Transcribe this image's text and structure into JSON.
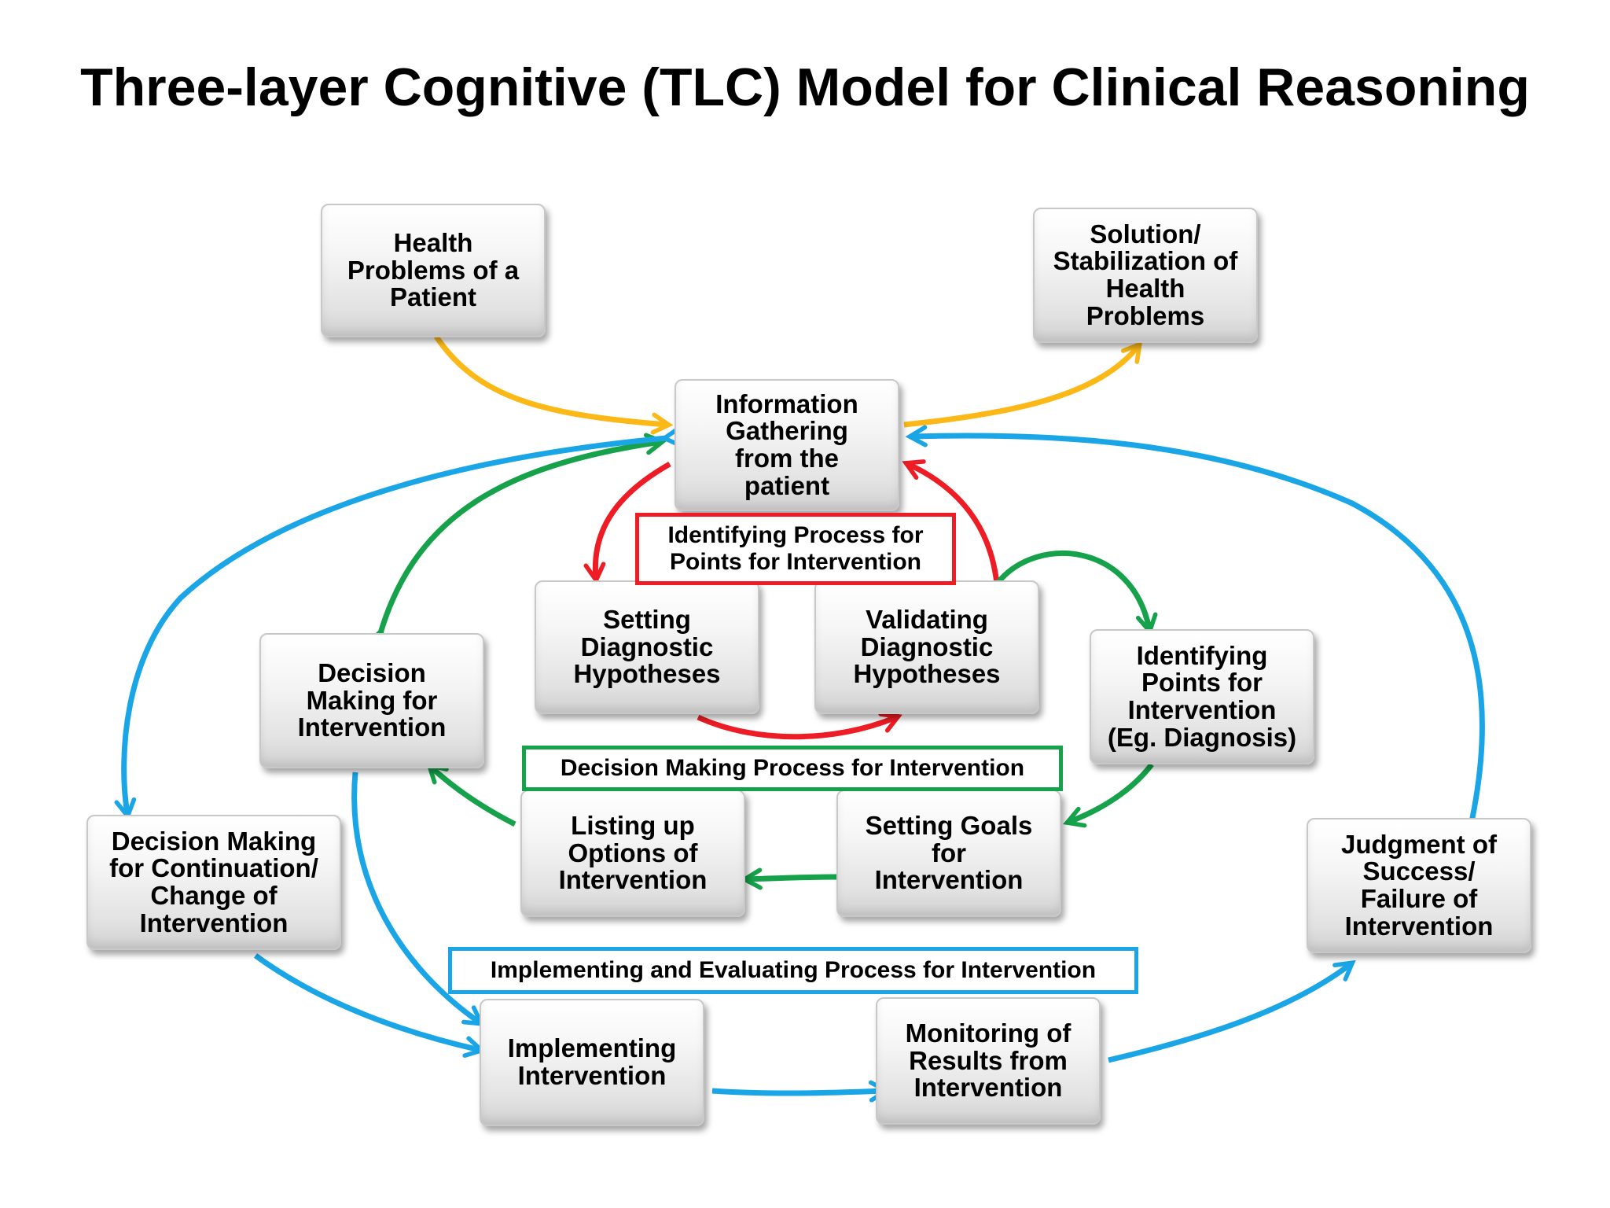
{
  "title": "Three-layer Cognitive (TLC) Model for Clinical Reasoning",
  "colors": {
    "yellow": "#FBB817",
    "blue": "#1AA6E6",
    "green": "#15A24A",
    "red": "#EE1C24"
  },
  "nodes": {
    "health_problems": "Health\nProblems of a\nPatient",
    "solution": "Solution/\nStabilization of\nHealth\nProblems",
    "info_gathering": "Information\nGathering\nfrom the\npatient",
    "setting_hypotheses": "Setting\nDiagnostic\nHypotheses",
    "validating_hypotheses": "Validating\nDiagnostic\nHypotheses",
    "identifying_points": "Identifying\nPoints for\nIntervention\n(Eg. Diagnosis)",
    "decision_making": "Decision\nMaking for\nIntervention",
    "decision_continuation": "Decision Making\nfor Continuation/\nChange of\nIntervention",
    "listing_options": "Listing up\nOptions of\nIntervention",
    "setting_goals": "Setting Goals\nfor\nIntervention",
    "implementing": "Implementing\nIntervention",
    "monitoring": "Monitoring of\nResults from\nIntervention",
    "judgment": "Judgment of\nSuccess/\nFailure of\nIntervention"
  },
  "process_labels": {
    "identifying": "Identifying Process for\nPoints for Intervention",
    "decision": "Decision Making Process for Intervention",
    "implementing": "Implementing and Evaluating Process for Intervention"
  }
}
